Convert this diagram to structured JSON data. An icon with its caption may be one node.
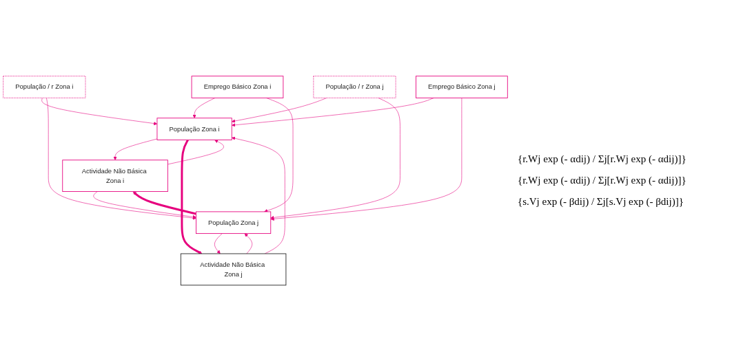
{
  "diagram": {
    "nodes": [
      {
        "text": [
          "População / r Zona i"
        ]
      },
      {
        "text": [
          "Emprego Básico Zona i"
        ]
      },
      {
        "text": [
          "População / r Zona j"
        ]
      },
      {
        "text": [
          "Emprego Básico Zona j"
        ]
      },
      {
        "text": [
          "População Zona i"
        ]
      },
      {
        "text": [
          "População Zona j"
        ]
      },
      {
        "text": [
          "Actividade Não Básica Zona i"
        ]
      },
      {
        "text": [
          "Actividade Não Básica Zona j"
        ]
      }
    ],
    "edges": [
      {
        "from": 0,
        "to": 4,
        "arrow": "to"
      },
      {
        "from": 1,
        "to": 4,
        "arrow": "to"
      },
      {
        "from": 2,
        "to": 4,
        "arrow": "to"
      },
      {
        "from": 3,
        "to": 4,
        "arrow": "to"
      },
      {
        "from": 0,
        "to": 5,
        "arrow": "to"
      },
      {
        "from": 1,
        "to": 5,
        "arrow": "to"
      },
      {
        "from": 2,
        "to": 5,
        "arrow": "to"
      },
      {
        "from": 3,
        "to": 5,
        "arrow": "to"
      },
      {
        "from": 4,
        "to": 6,
        "arrow": "to"
      },
      {
        "from": 5,
        "to": 7,
        "arrow": "to"
      },
      {
        "from": 6,
        "to": 4,
        "arrow": "to"
      },
      {
        "from": 6,
        "to": 5,
        "arrow": "to"
      },
      {
        "from": 7,
        "to": 4,
        "arrow": "to"
      },
      {
        "from": 7,
        "to": 5,
        "arrow": "to"
      },
      {
        "from": 4,
        "to": 7,
        "arrow": "to",
        "style": "thick"
      },
      {
        "from": 5,
        "to": 6,
        "arrow": "to",
        "style": "thick"
      }
    ],
    "labels": [
      "{r.Wj exp (- αdij) / Σj[r.Wj exp (- αdij)]}",
      "{r.Wj exp (- αdij) / Σj[r.Wj exp (- αdij)]}",
      "{s.Vj exp (- βdij) / Σj[s.Vj exp (- βdij)]}"
    ]
  }
}
